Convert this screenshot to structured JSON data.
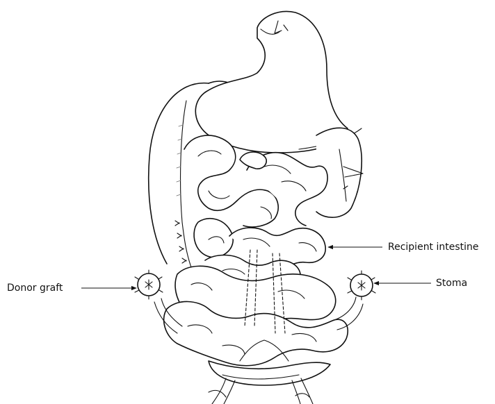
{
  "labels": {
    "recipient": "Recipient intestine",
    "donor": "Donor graft",
    "stoma": "Stoma"
  },
  "colors": {
    "ink": "#111111",
    "background": "#ffffff"
  }
}
